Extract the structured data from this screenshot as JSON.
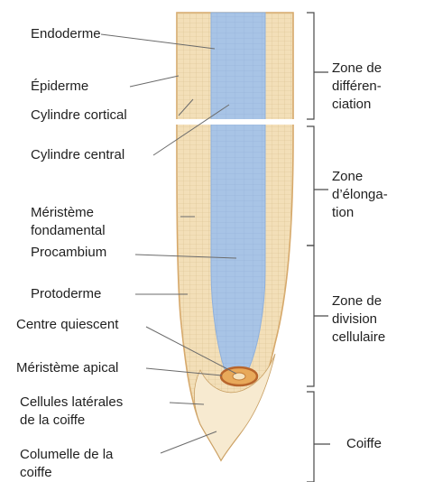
{
  "colors": {
    "tissue": "#f3dfb8",
    "tissue_edge": "#c89f63",
    "epidermis_edge": "#d6a86a",
    "central_cylinder": "#a8c4e6",
    "central_cylinder_edge": "#8fb0dc",
    "gap": "#ffffff",
    "leader_line": "#6b6b6b",
    "bracket": "#4a4a4a",
    "quiescent_center": "#e8a95a",
    "apical_meristem_ring": "#b8652c"
  },
  "left_labels": [
    {
      "id": "endoderme",
      "text": "Endoderme"
    },
    {
      "id": "epiderme",
      "text": "Épiderme"
    },
    {
      "id": "cylindre-cortical",
      "text": "Cylindre cortical"
    },
    {
      "id": "cylindre-central",
      "text": "Cylindre central"
    },
    {
      "id": "meristeme-fondamental",
      "text": "Méristème\nfondamental"
    },
    {
      "id": "procambium",
      "text": "Procambium"
    },
    {
      "id": "protoderme",
      "text": "Protoderme"
    },
    {
      "id": "centre-quiescent",
      "text": "Centre quiescent"
    },
    {
      "id": "meristeme-apical",
      "text": "Méristème apical"
    },
    {
      "id": "cellules-laterales",
      "text": "Cellules latérales\nde la coiffe"
    },
    {
      "id": "columelle",
      "text": "Columelle de la\ncoiffe"
    }
  ],
  "zones": [
    {
      "id": "differenciation",
      "lines": [
        "Zone de",
        "différen-",
        "ciation"
      ]
    },
    {
      "id": "elongation",
      "lines": [
        "Zone",
        "d’élonga-",
        "tion"
      ]
    },
    {
      "id": "division",
      "lines": [
        "Zone de",
        "division",
        "cellulaire"
      ]
    },
    {
      "id": "coiffe",
      "lines": [
        "Coiffe"
      ]
    }
  ]
}
